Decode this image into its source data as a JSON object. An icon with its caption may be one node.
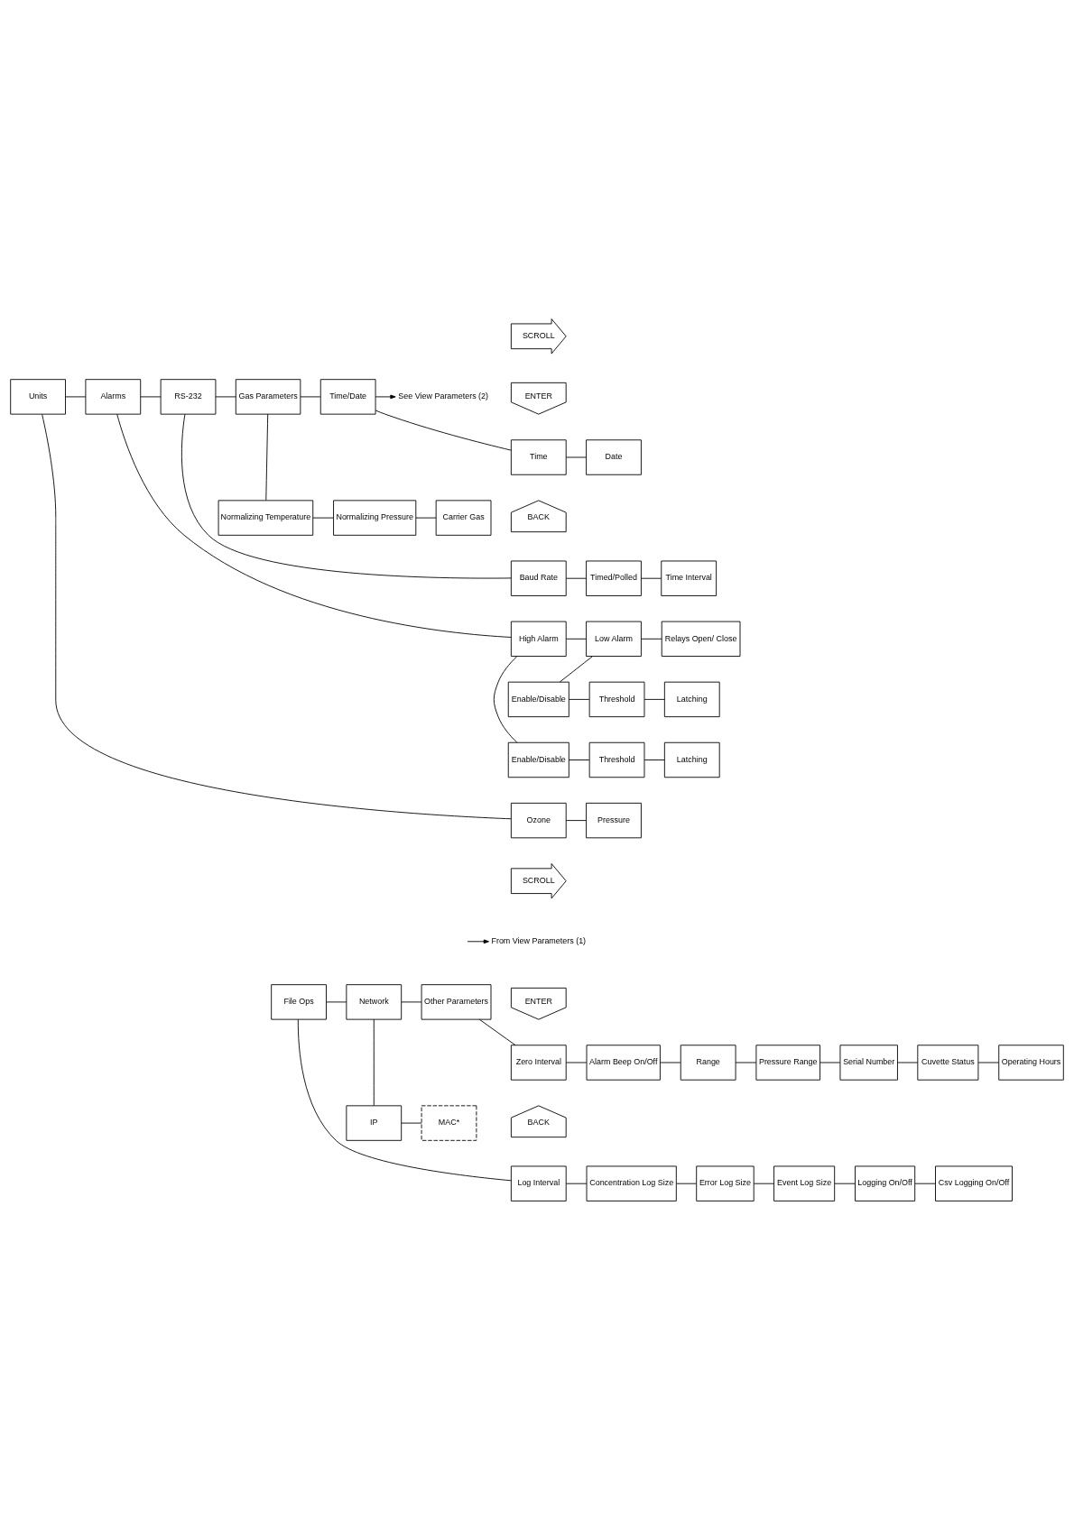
{
  "diagram": {
    "nodes": [
      {
        "text": [
          "SCROLL"
        ]
      },
      {
        "text": [
          "ENTER"
        ]
      },
      {
        "text": [
          "Units"
        ]
      },
      {
        "text": [
          "Alarms"
        ]
      },
      {
        "text": [
          "RS-232"
        ]
      },
      {
        "text": [
          "Gas Parameters"
        ]
      },
      {
        "text": [
          "Time/Date"
        ]
      },
      {
        "text": [
          "See View Parameters (2)"
        ]
      },
      {
        "text": [
          "Time"
        ]
      },
      {
        "text": [
          "Date"
        ]
      },
      {
        "text": [
          "BACK"
        ]
      },
      {
        "text": [
          "Normalizing Temperature"
        ]
      },
      {
        "text": [
          "Normalizing Pressure"
        ]
      },
      {
        "text": [
          "Carrier Gas"
        ]
      },
      {
        "text": [
          "Baud Rate"
        ]
      },
      {
        "text": [
          "Timed/Polled"
        ]
      },
      {
        "text": [
          "Time Interval"
        ]
      },
      {
        "text": [
          "High Alarm"
        ]
      },
      {
        "text": [
          "Low Alarm"
        ]
      },
      {
        "text": [
          "Relays Open/ Close"
        ]
      },
      {
        "text": [
          "Enable/Disable"
        ]
      },
      {
        "text": [
          "Threshold"
        ]
      },
      {
        "text": [
          "Latching"
        ]
      },
      {
        "text": [
          "Enable/Disable"
        ]
      },
      {
        "text": [
          "Threshold"
        ]
      },
      {
        "text": [
          "Latching"
        ]
      },
      {
        "text": [
          "Ozone"
        ]
      },
      {
        "text": [
          "Pressure"
        ]
      },
      {
        "text": [
          "SCROLL"
        ]
      },
      {
        "text": [
          "From View Parameters (1)"
        ]
      },
      {
        "text": [
          "ENTER"
        ]
      },
      {
        "text": [
          "File Ops"
        ]
      },
      {
        "text": [
          "Network"
        ]
      },
      {
        "text": [
          "Other Parameters"
        ]
      },
      {
        "text": [
          "Zero Interval"
        ]
      },
      {
        "text": [
          "Alarm Beep On/Off"
        ]
      },
      {
        "text": [
          "Range"
        ]
      },
      {
        "text": [
          "Pressure Range"
        ]
      },
      {
        "text": [
          "Serial Number"
        ]
      },
      {
        "text": [
          "Cuvette Status"
        ]
      },
      {
        "text": [
          "Operating Hours"
        ]
      },
      {
        "text": [
          "BACK"
        ]
      },
      {
        "text": [
          "IP"
        ]
      },
      {
        "text": [
          "MAC*"
        ]
      },
      {
        "text": [
          "Log Interval"
        ]
      },
      {
        "text": [
          "Concentration Log Size"
        ]
      },
      {
        "text": [
          "Error Log Size"
        ]
      },
      {
        "text": [
          "Event Log Size"
        ]
      },
      {
        "text": [
          "Logging On/Off"
        ]
      },
      {
        "text": [
          "Csv Logging On/Off"
        ]
      }
    ],
    "edges": [
      {
        "from": 2,
        "to": 3,
        "arrow": "none"
      },
      {
        "from": 3,
        "to": 4,
        "arrow": "none"
      },
      {
        "from": 4,
        "to": 5,
        "arrow": "none"
      },
      {
        "from": 5,
        "to": 6,
        "arrow": "none"
      },
      {
        "from": 6,
        "to": 7,
        "arrow": "to"
      },
      {
        "from": 6,
        "to": 8,
        "arrow": "none"
      },
      {
        "from": 8,
        "to": 9,
        "arrow": "none"
      },
      {
        "from": 5,
        "to": 11,
        "arrow": "none"
      },
      {
        "from": 11,
        "to": 12,
        "arrow": "none"
      },
      {
        "from": 12,
        "to": 13,
        "arrow": "none"
      },
      {
        "from": 4,
        "to": 14,
        "arrow": "none"
      },
      {
        "from": 14,
        "to": 15,
        "arrow": "none"
      },
      {
        "from": 15,
        "to": 16,
        "arrow": "none"
      },
      {
        "from": 3,
        "to": 17,
        "arrow": "none"
      },
      {
        "from": 17,
        "to": 18,
        "arrow": "none"
      },
      {
        "from": 18,
        "to": 19,
        "arrow": "none"
      },
      {
        "from": 18,
        "to": 20,
        "arrow": "none"
      },
      {
        "from": 20,
        "to": 21,
        "arrow": "none"
      },
      {
        "from": 21,
        "to": 22,
        "arrow": "none"
      },
      {
        "from": 17,
        "to": 23,
        "arrow": "none"
      },
      {
        "from": 23,
        "to": 24,
        "arrow": "none"
      },
      {
        "from": 24,
        "to": 25,
        "arrow": "none"
      },
      {
        "from": 2,
        "to": 26,
        "arrow": "none"
      },
      {
        "from": 26,
        "to": 27,
        "arrow": "none"
      },
      {
        "from": null,
        "to": 29,
        "arrow": "to"
      },
      {
        "from": 31,
        "to": 32,
        "arrow": "none"
      },
      {
        "from": 32,
        "to": 33,
        "arrow": "none"
      },
      {
        "from": 33,
        "to": 34,
        "arrow": "none"
      },
      {
        "from": 34,
        "to": 35,
        "arrow": "none"
      },
      {
        "from": 35,
        "to": 36,
        "arrow": "none"
      },
      {
        "from": 36,
        "to": 37,
        "arrow": "none"
      },
      {
        "from": 37,
        "to": 38,
        "arrow": "none"
      },
      {
        "from": 38,
        "to": 39,
        "arrow": "none"
      },
      {
        "from": 39,
        "to": 40,
        "arrow": "none"
      },
      {
        "from": 32,
        "to": 42,
        "arrow": "none"
      },
      {
        "from": 42,
        "to": 43,
        "arrow": "none"
      },
      {
        "from": 31,
        "to": 44,
        "arrow": "none"
      },
      {
        "from": 44,
        "to": 45,
        "arrow": "none"
      },
      {
        "from": 45,
        "to": 46,
        "arrow": "none"
      },
      {
        "from": 46,
        "to": 47,
        "arrow": "none"
      },
      {
        "from": 47,
        "to": 48,
        "arrow": "none"
      },
      {
        "from": 48,
        "to": 49,
        "arrow": "none"
      }
    ]
  }
}
